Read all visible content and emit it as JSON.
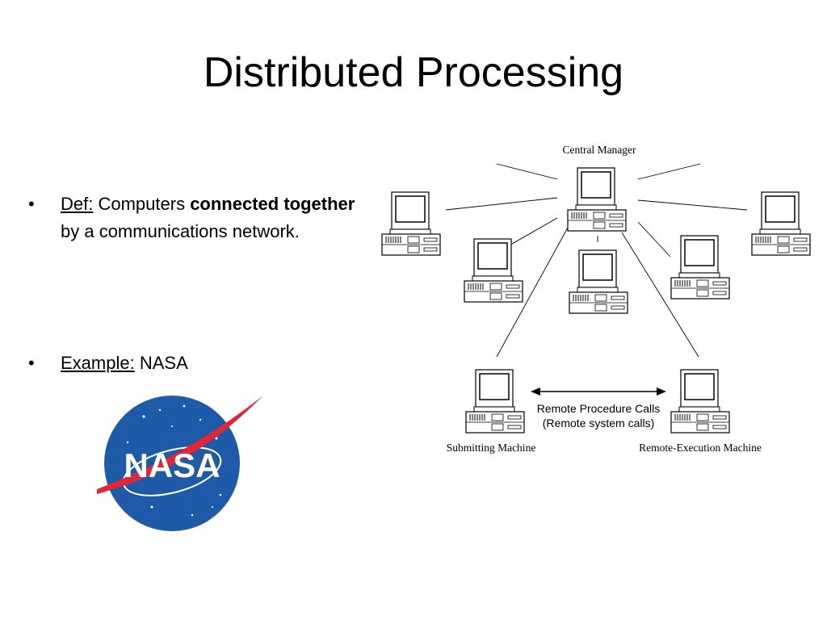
{
  "title": "Distributed Processing",
  "bullets": [
    {
      "marker": "•",
      "term": "Def:",
      "text_before": " Computers ",
      "bold": "connected together",
      "text_after": " by a communications network."
    },
    {
      "marker": "•",
      "term": "Example:",
      "text_before": " NASA"
    }
  ],
  "logo": {
    "text": "NASA",
    "colors": {
      "globe": "#1f5aa8",
      "swoosh": "#e0273a",
      "text": "#ffffff"
    }
  },
  "diagram": {
    "central_label": "Central Manager",
    "submitting_label": "Submitting Machine",
    "remote_label": "Remote-Execution Machine",
    "rpc_line1": "Remote Procedure Calls",
    "rpc_line2": "(Remote system calls)"
  }
}
